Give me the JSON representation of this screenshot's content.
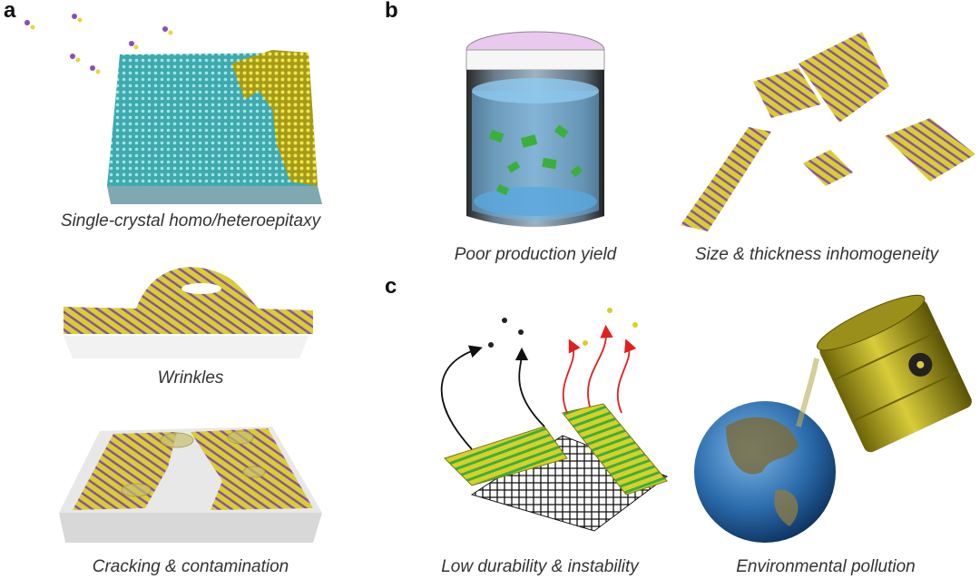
{
  "panels": {
    "a": {
      "letter": "a",
      "captions": {
        "epitaxy": "Single-crystal homo/heteroepitaxy",
        "wrinkles": "Wrinkles",
        "cracking": "Cracking & contamination"
      }
    },
    "b": {
      "letter": "b",
      "captions": {
        "yield": "Poor production yield",
        "size": "Size & thickness inhomogeneity"
      }
    },
    "c": {
      "letter": "c",
      "captions": {
        "durability": "Low durability & instability",
        "pollution": "Environmental pollution"
      }
    }
  },
  "colors": {
    "atom_yellow": "#d9cf2a",
    "atom_purple": "#8a4fb0",
    "atom_cyan": "#4cc4c8",
    "liquid_blue": "#6fb6e6",
    "flake_green": "#3ab03a",
    "arrow_red": "#e02020",
    "barrel_olive": "#b3a620"
  }
}
